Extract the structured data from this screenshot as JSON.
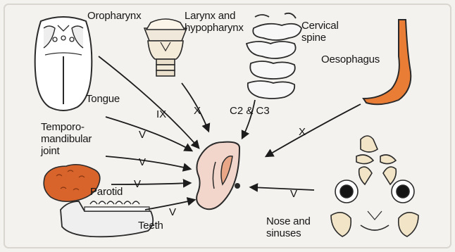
{
  "labels": {
    "oropharynx": "Oropharynx",
    "larynx": "Larynx and\nhypopharynx",
    "cervical_spine": "Cervical\nspine",
    "oesophagus": "Oesophagus",
    "tongue": "Tongue",
    "tmj": "Temporo-\nmandibular\njoint",
    "parotid": "Parotid",
    "teeth": "Teeth",
    "nose": "Nose and\nsinuses"
  },
  "nerves": {
    "oropharynx": "IX",
    "larynx": "X",
    "cervical_spine": "C2 & C3",
    "oesophagus": "X",
    "tongue": "V",
    "tmj": "V",
    "parotid": "V",
    "teeth": "V",
    "nose": "V"
  },
  "colors": {
    "background": "#f4f2ee",
    "ear": "#f2d6cb",
    "ear_inner": "#e9a788",
    "oesophagus": "#ea7d36",
    "parotid": "#d8642c",
    "outline": "#2a2a2a"
  },
  "icons": [
    "tongue-illustration",
    "larynx-illustration",
    "cervical-spine-illustration",
    "oesophagus-illustration",
    "ear-illustration",
    "parotid-illustration",
    "jaw-teeth-illustration",
    "skull-sinuses-illustration"
  ]
}
